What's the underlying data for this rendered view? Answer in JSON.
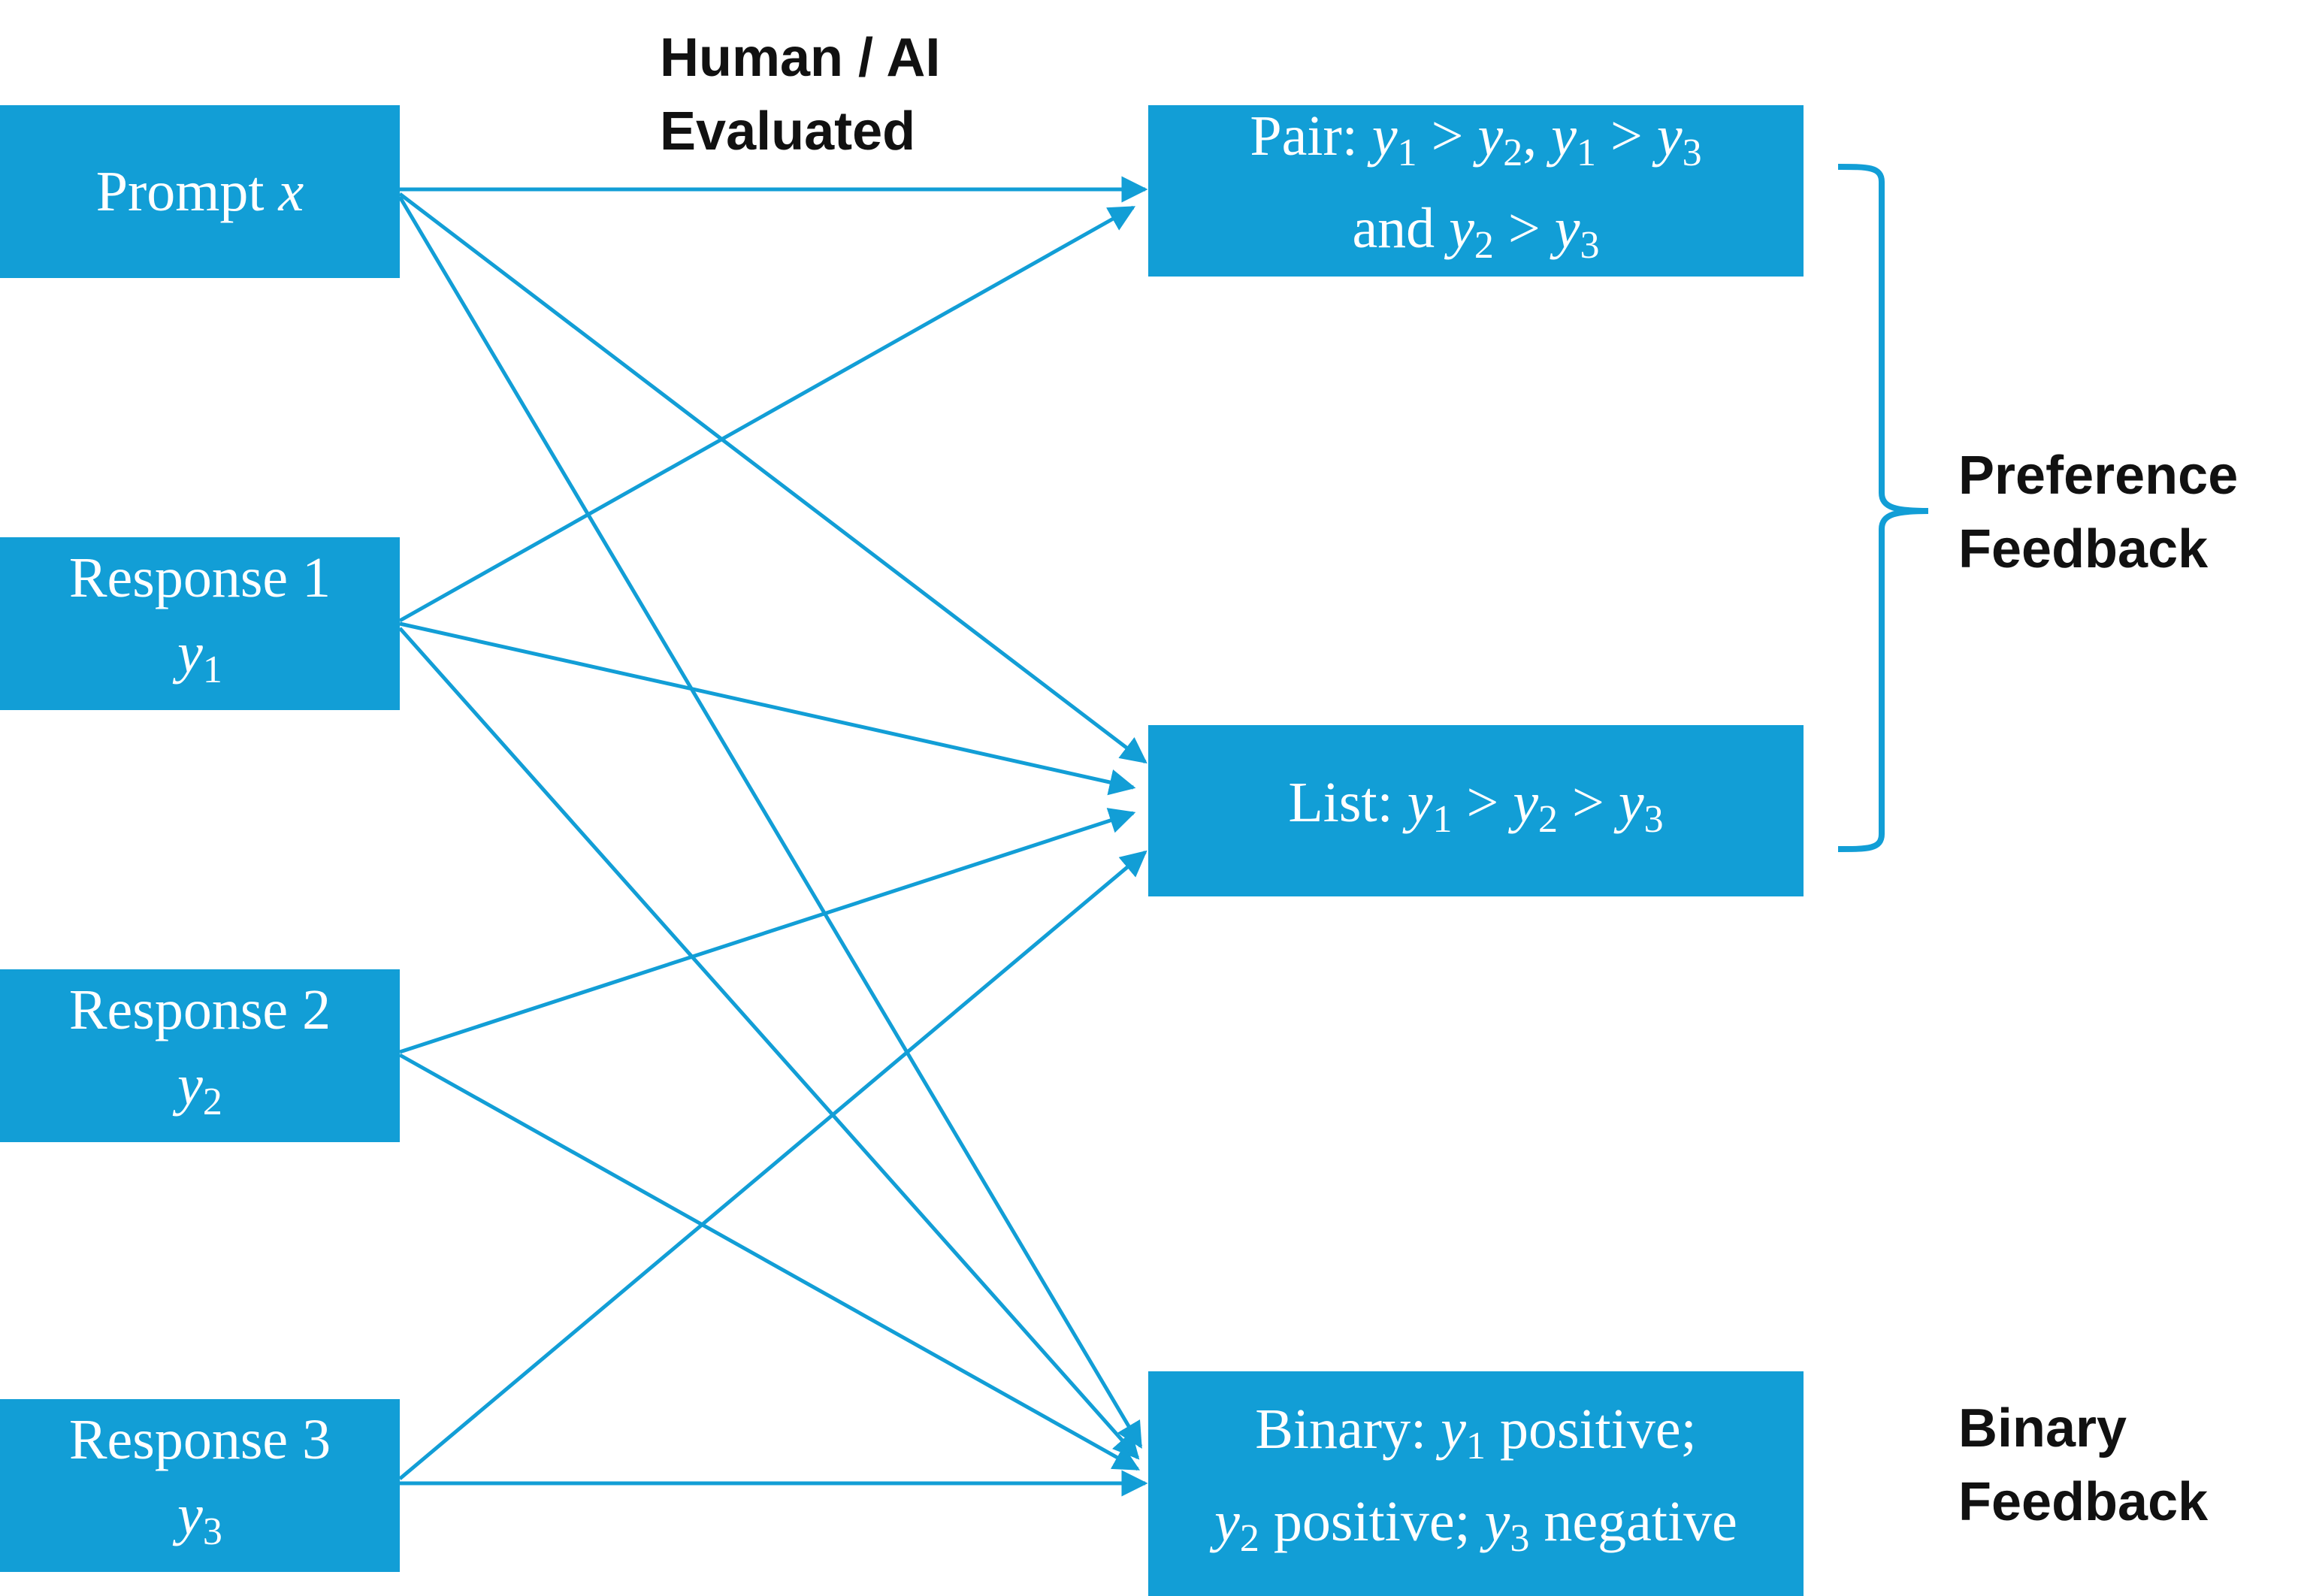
{
  "header": {
    "evaluator_line1": "Human / AI",
    "evaluator_line2": "Evaluated"
  },
  "inputs": {
    "prompt": {
      "text": "Prompt ",
      "var": "x"
    },
    "response1": {
      "title": "Response 1",
      "var": "y",
      "sub": "1"
    },
    "response2": {
      "title": "Response 2",
      "var": "y",
      "sub": "2"
    },
    "response3": {
      "title": "Response 3",
      "var": "y",
      "sub": "3"
    }
  },
  "outputs": {
    "pair": {
      "prefix": "Pair: ",
      "line2_prefix": "and "
    },
    "list": {
      "prefix": "List: "
    },
    "binary": {
      "prefix": "Binary: ",
      "pos1": " positive;",
      "pos2": " positive; ",
      "neg": " negative"
    }
  },
  "math": {
    "var": "y",
    "gt": " > ",
    "comma": ", ",
    "s1": "1",
    "s2": "2",
    "s3": "3"
  },
  "groups": {
    "preference_line1": "Preference",
    "preference_line2": "Feedback",
    "binary_line1": "Binary",
    "binary_line2": "Feedback"
  },
  "colors": {
    "box": "#129ed6",
    "arrow": "#129ed6",
    "text_on_box": "#ffffff",
    "label_text": "#111111"
  }
}
